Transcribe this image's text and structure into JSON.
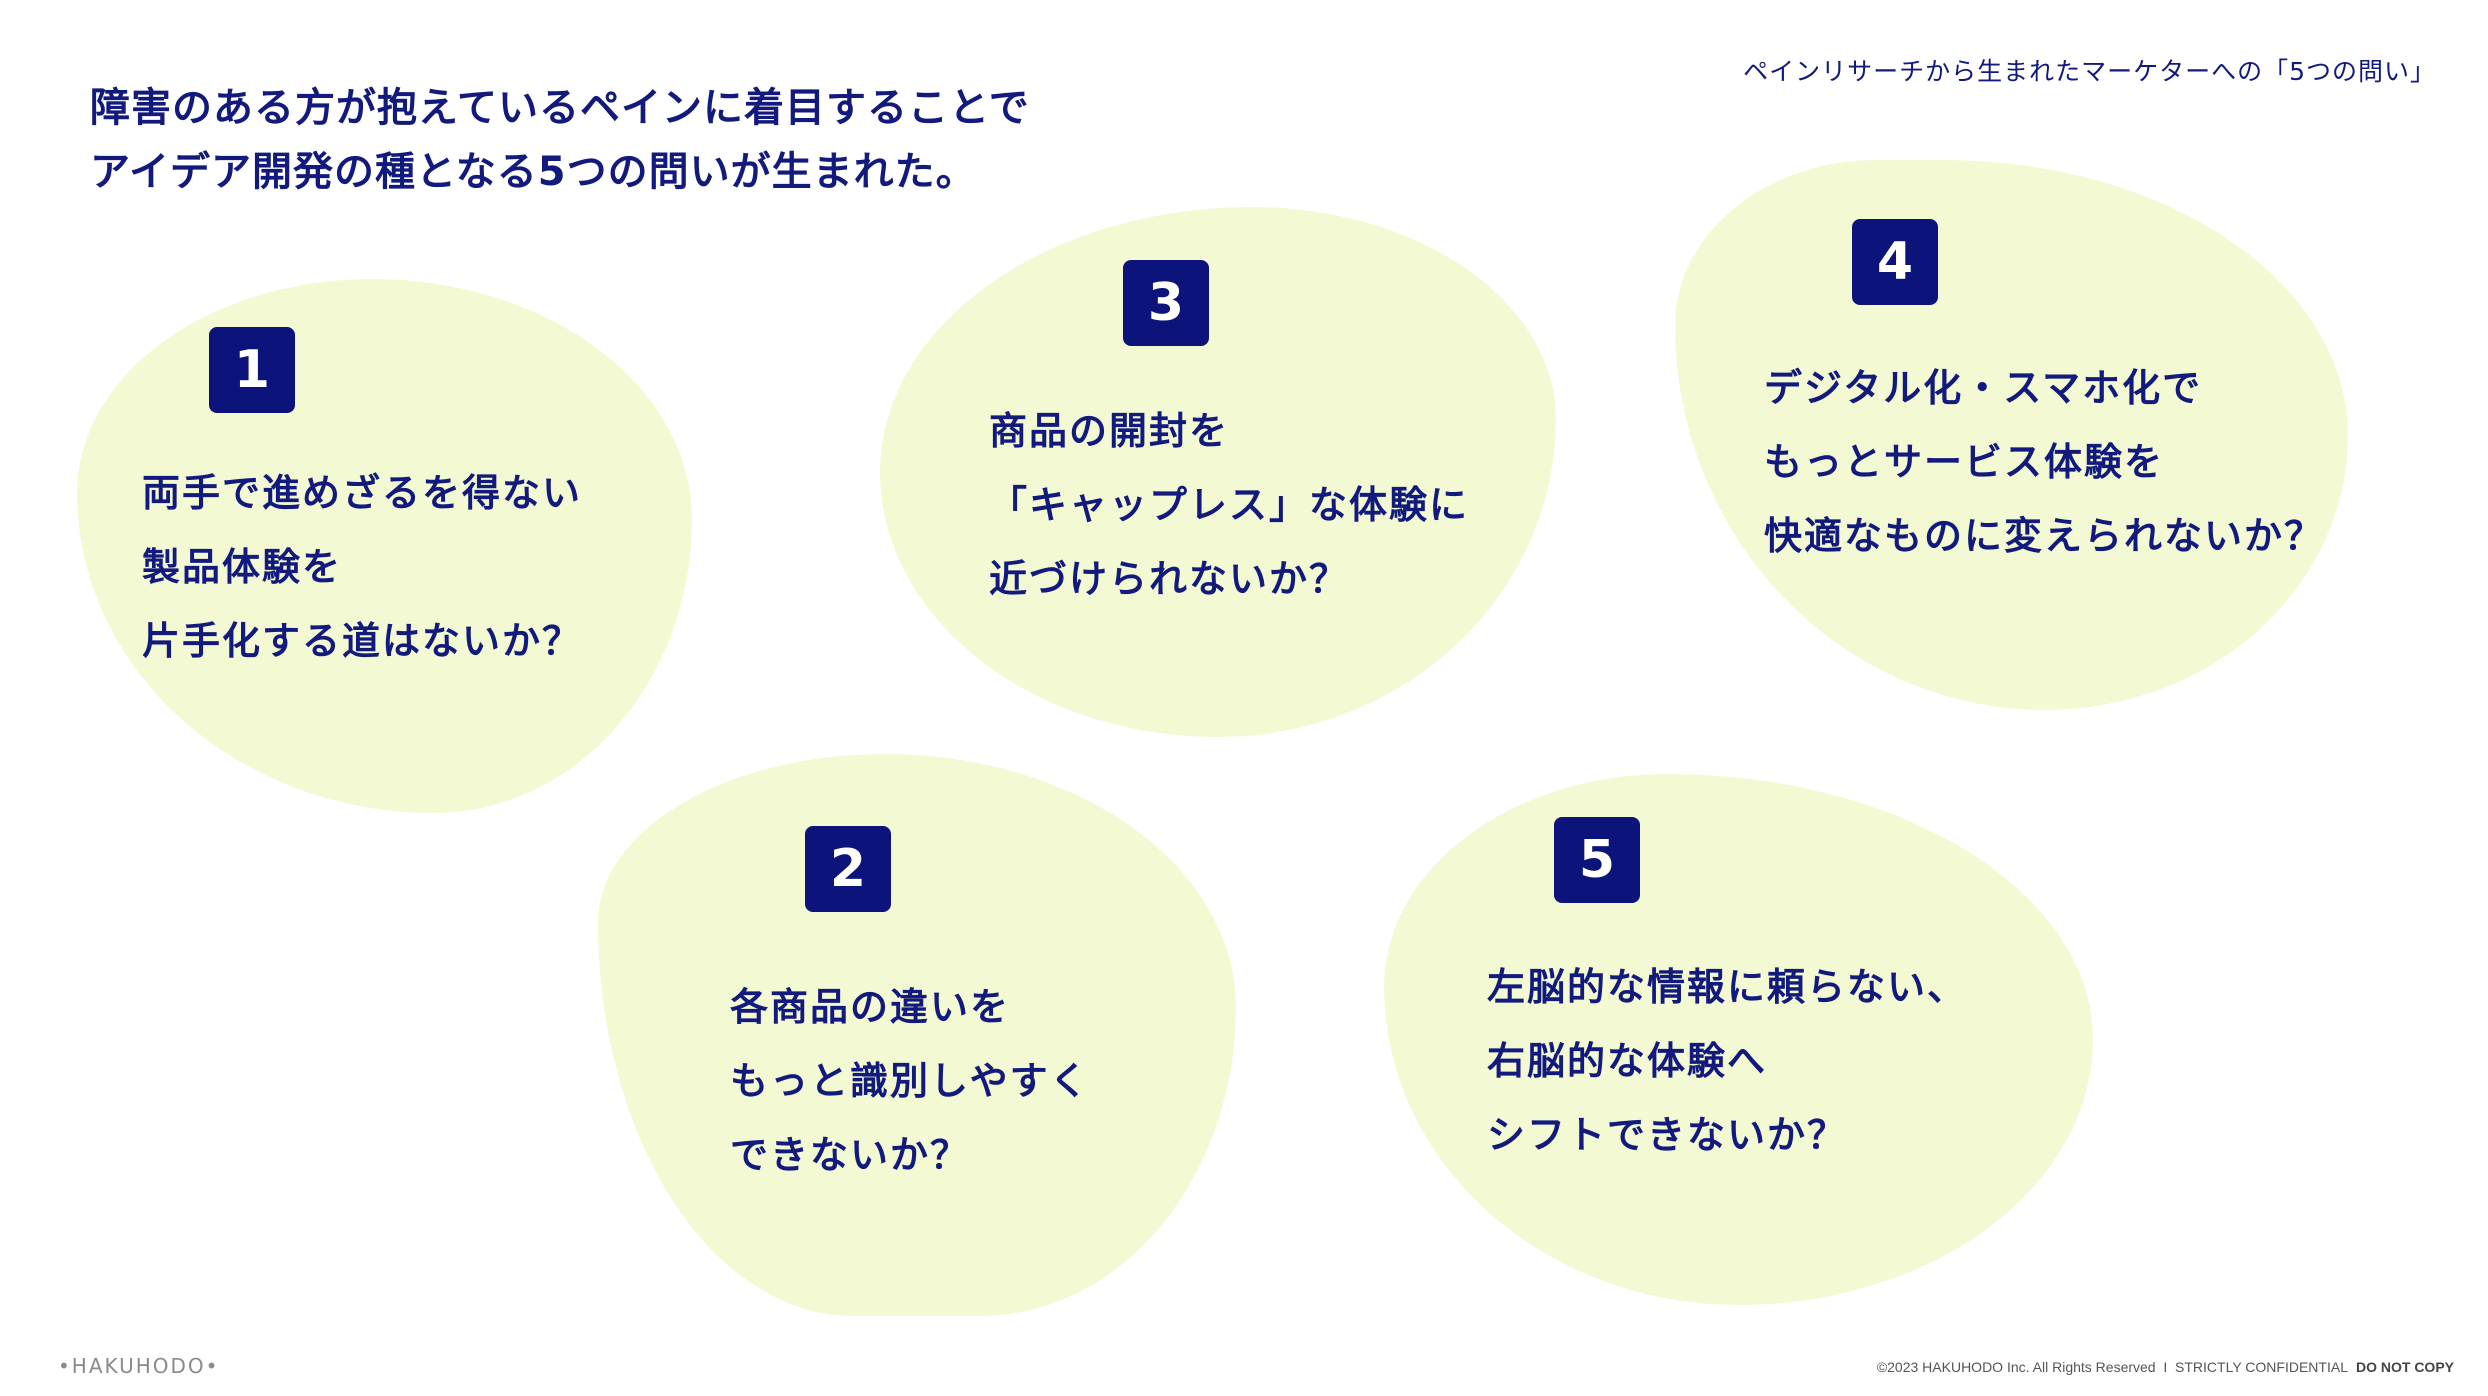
{
  "header": {
    "title_lines": [
      "障害のある方が抱えているペインに着目することで",
      "アイデア開発の種となる5つの問いが生まれた。"
    ],
    "caption": "ペインリサーチから生まれたマーケターへの「5つの問い」"
  },
  "questions": [
    {
      "number": "1",
      "lines": [
        "両手で進めざるを得ない",
        "製品体験を",
        "片手化する道はないか？"
      ]
    },
    {
      "number": "2",
      "lines": [
        "各商品の違いを",
        "もっと識別しやすく",
        "できないか？"
      ]
    },
    {
      "number": "3",
      "lines": [
        "商品の開封を",
        "「キャップレス」な体験に",
        "近づけられないか？"
      ]
    },
    {
      "number": "4",
      "lines": [
        "デジタル化・スマホ化で",
        "もっとサービス体験を",
        "快適なものに変えられないか？"
      ]
    },
    {
      "number": "5",
      "lines": [
        "左脳的な情報に頼らない、",
        "右脳的な体験へ",
        "シフトできないか？"
      ]
    }
  ],
  "footer": {
    "logo": "•HAKUHODO•",
    "copyright": "©2023 HAKUHODO Inc. All Rights Reserved  I  STRICTLY CONFIDENTIAL",
    "notice": "DO NOT COPY"
  },
  "colors": {
    "navy": "#0c137a",
    "blob": "#f3fad3"
  }
}
